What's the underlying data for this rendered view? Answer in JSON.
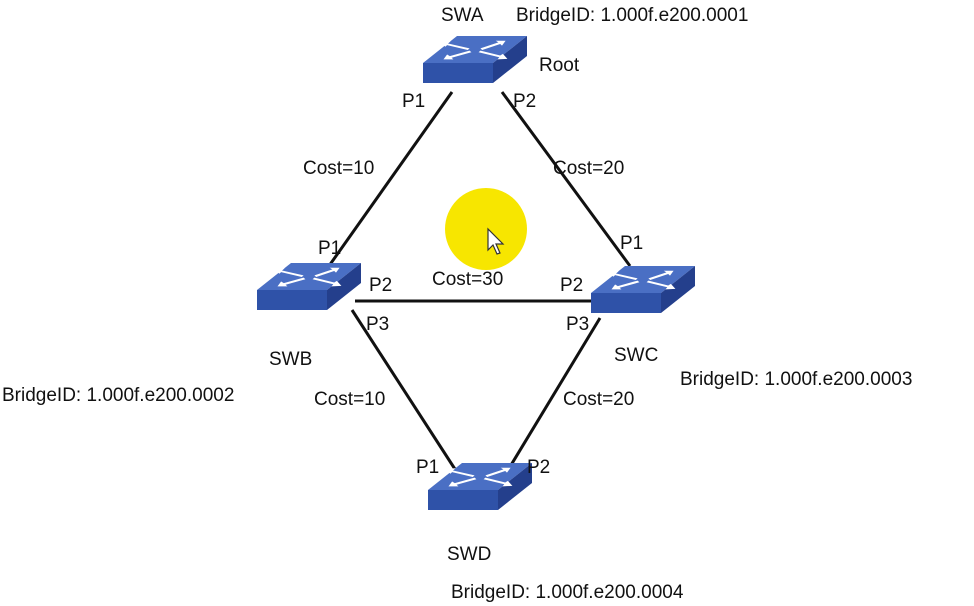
{
  "switches": {
    "swa": {
      "name": "SWA",
      "bridge_id": "BridgeID: 1.000f.e200.0001",
      "role": "Root"
    },
    "swb": {
      "name": "SWB",
      "bridge_id": "BridgeID: 1.000f.e200.0002"
    },
    "swc": {
      "name": "SWC",
      "bridge_id": "BridgeID: 1.000f.e200.0003"
    },
    "swd": {
      "name": "SWD",
      "bridge_id": "BridgeID: 1.000f.e200.0004"
    }
  },
  "links": {
    "a_b": {
      "cost": "Cost=10"
    },
    "a_c": {
      "cost": "Cost=20"
    },
    "b_c": {
      "cost": "Cost=30"
    },
    "b_d": {
      "cost": "Cost=10"
    },
    "c_d": {
      "cost": "Cost=20"
    }
  },
  "ports": {
    "swa_p1": "P1",
    "swa_p2": "P2",
    "swb_p1": "P1",
    "swb_p2": "P2",
    "swb_p3": "P3",
    "swc_p1": "P1",
    "swc_p2": "P2",
    "swc_p3": "P3",
    "swd_p1": "P1",
    "swd_p2": "P2"
  },
  "colors": {
    "switch_top": "#4a6fc4",
    "switch_side": "#243f8c",
    "switch_front": "#2f52a8",
    "link": "#111111",
    "cursor_highlight": "#f7e600"
  },
  "icons": {
    "switch": "network-switch-icon",
    "cursor": "mouse-pointer-icon"
  }
}
